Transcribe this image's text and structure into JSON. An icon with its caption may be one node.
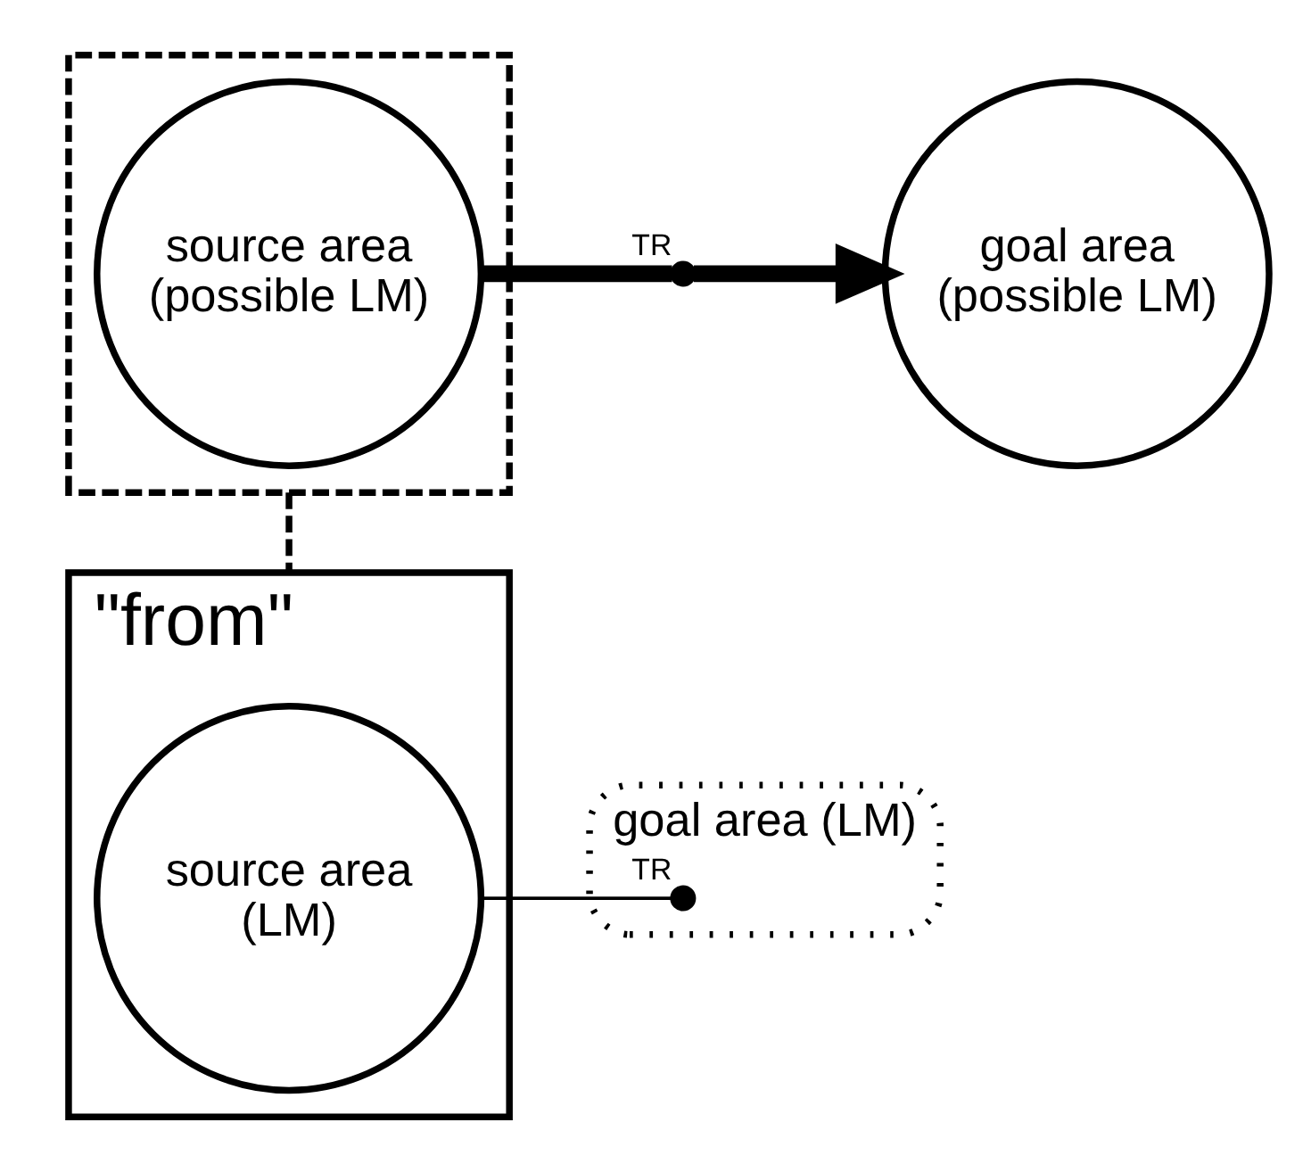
{
  "diagram": {
    "nodes": [
      {
        "text": [],
        "shape": "box"
      },
      {
        "text": [
          "source area (possible LM)"
        ],
        "in": 0
      },
      {
        "text": [],
        "shape": "dot",
        "beside": [
          "TR"
        ]
      },
      {
        "text": [
          "goal area (possible LM)"
        ]
      },
      {
        "text": [
          "\"from\""
        ]
      },
      {
        "text": [
          "source area (LM)"
        ],
        "in": 4
      },
      {
        "text": [
          "goal area (LM)"
        ]
      },
      {
        "text": [],
        "shape": "dot",
        "beside": [
          "TR"
        ],
        "in": 6
      }
    ],
    "edges": [
      {
        "from": 1,
        "to": 2,
        "arrow": "none",
        "style": "thick"
      },
      {
        "from": 2,
        "to": 3,
        "arrow": "to",
        "style": "thick"
      },
      {
        "from": 0,
        "to": 4,
        "arrow": "none",
        "style": "dashed"
      },
      {
        "from": 5,
        "to": 7,
        "arrow": "none"
      }
    ]
  }
}
